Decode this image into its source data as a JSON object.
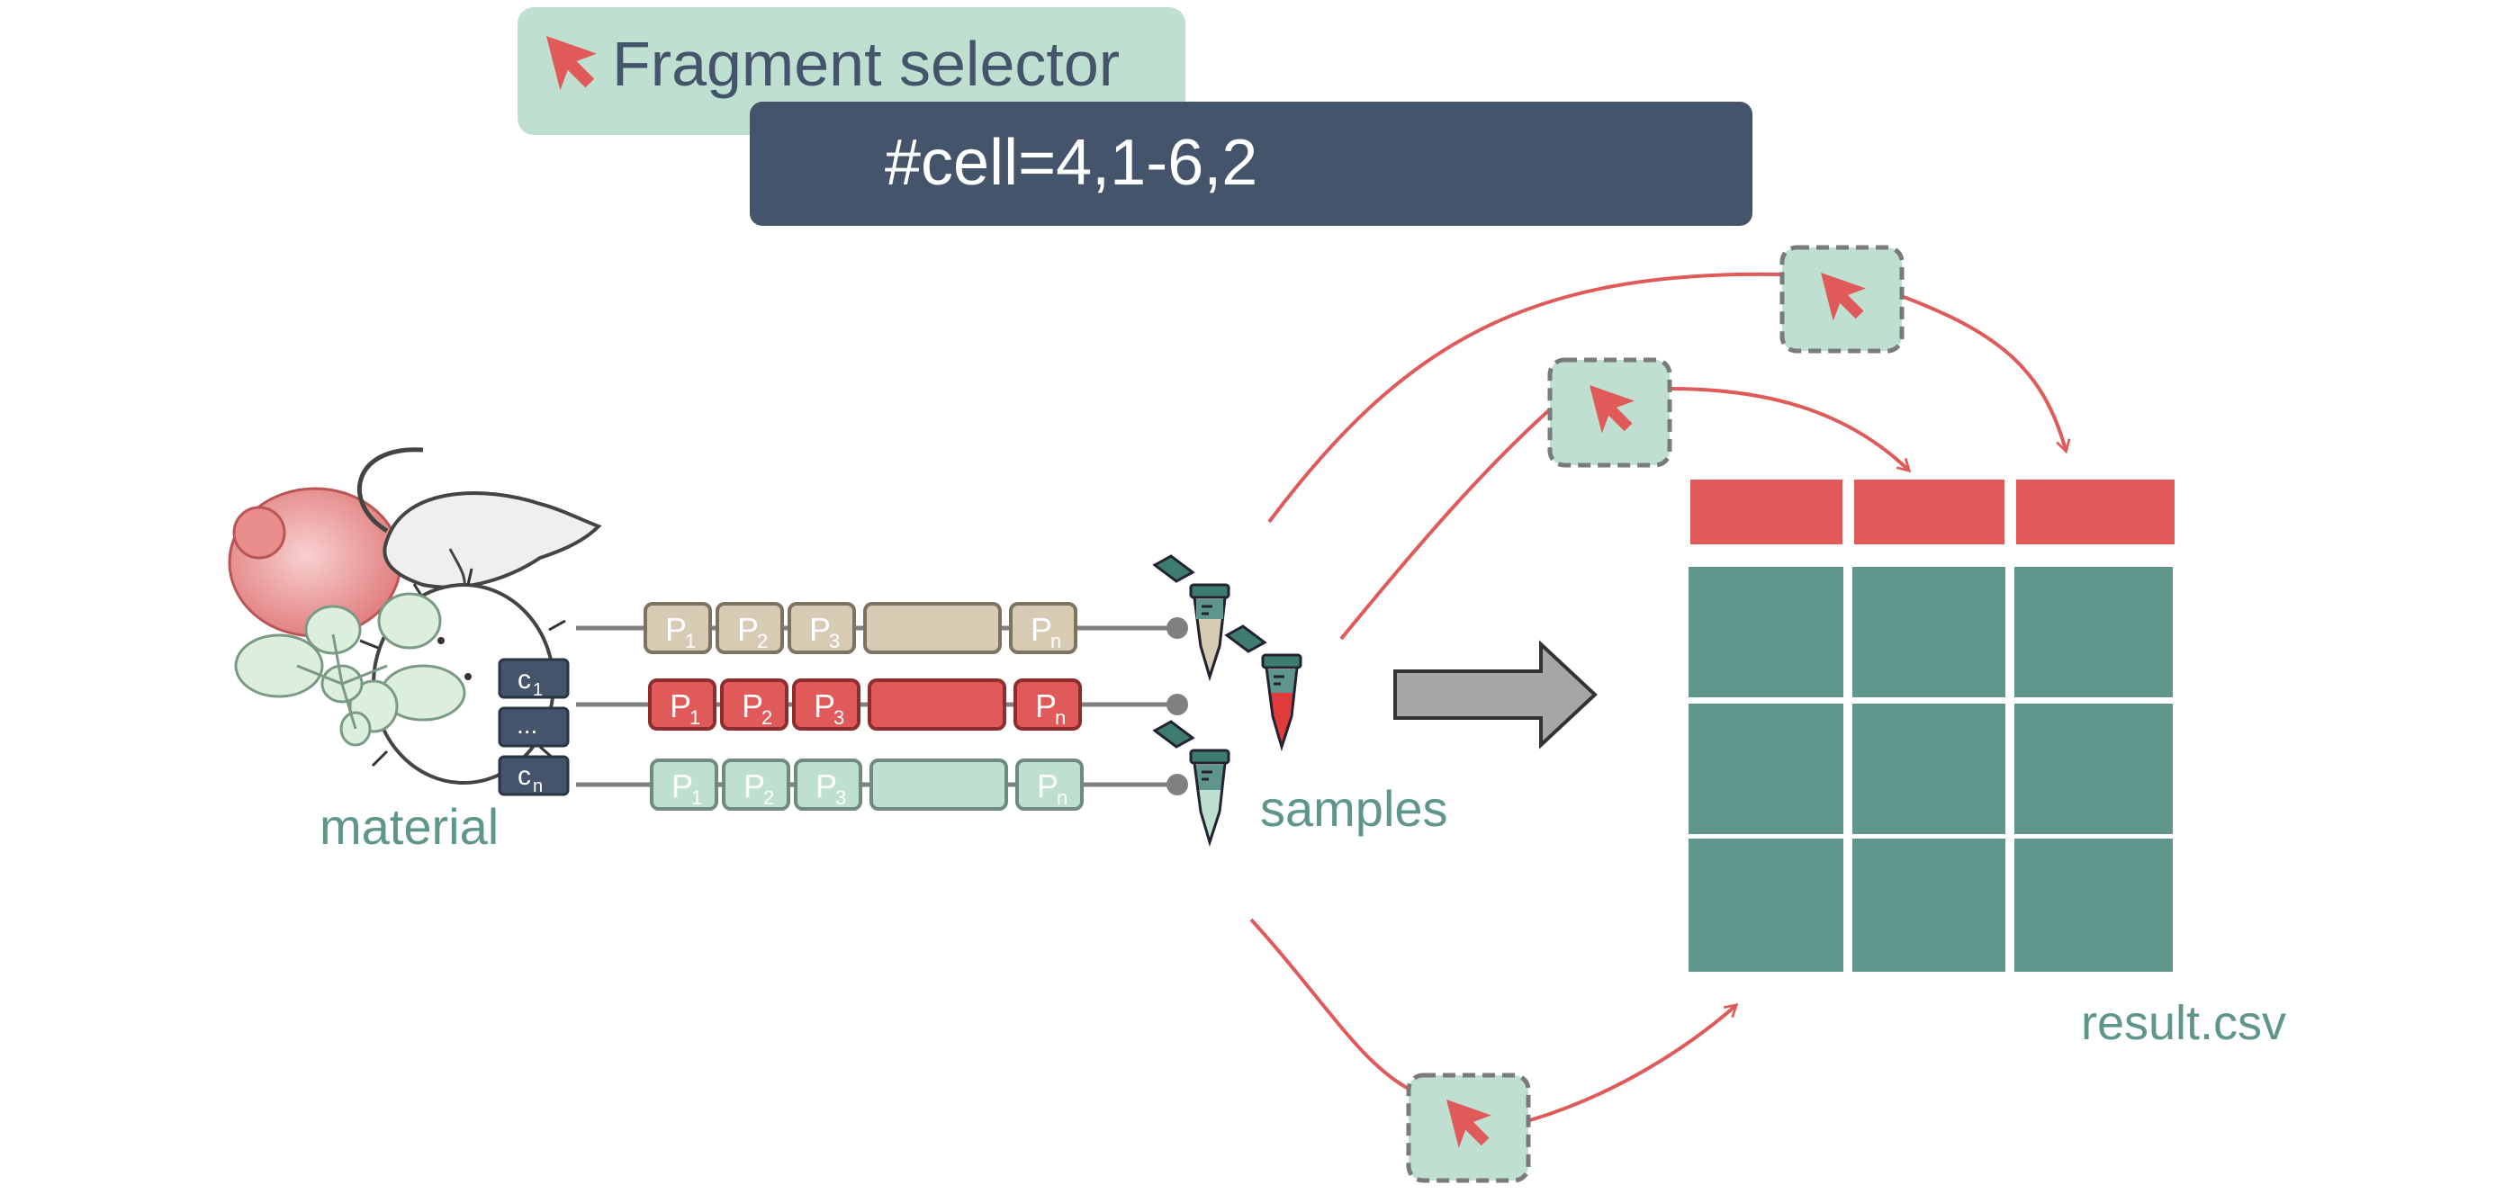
{
  "header": {
    "title": "Fragment selector",
    "selector_value": "#cell=4,1-6,2"
  },
  "labels": {
    "material": "material",
    "samples": "samples",
    "result": "result.csv"
  },
  "cells": {
    "c1": {
      "letter": "c",
      "sub": "1"
    },
    "ellipsis": "...",
    "cn": {
      "letter": "c",
      "sub": "n"
    }
  },
  "protein_rows": [
    {
      "name": "row-1",
      "fill": "#d8cbb4",
      "stroke": "#7d7363",
      "parts": [
        {
          "letter": "P",
          "sub": "1"
        },
        {
          "letter": "P",
          "sub": "2"
        },
        {
          "letter": "P",
          "sub": "3"
        },
        {
          "letter": "",
          "sub": ""
        },
        {
          "letter": "P",
          "sub": "n"
        }
      ]
    },
    {
      "name": "row-2",
      "fill": "#e05a5a",
      "stroke": "#8f2d2d",
      "parts": [
        {
          "letter": "P",
          "sub": "1"
        },
        {
          "letter": "P",
          "sub": "2"
        },
        {
          "letter": "P",
          "sub": "3"
        },
        {
          "letter": "",
          "sub": ""
        },
        {
          "letter": "P",
          "sub": "n"
        }
      ]
    },
    {
      "name": "row-3",
      "fill": "#bfe0d1",
      "stroke": "#6f8a7f",
      "parts": [
        {
          "letter": "P",
          "sub": "1"
        },
        {
          "letter": "P",
          "sub": "2"
        },
        {
          "letter": "P",
          "sub": "3"
        },
        {
          "letter": "",
          "sub": ""
        },
        {
          "letter": "P",
          "sub": "n"
        }
      ]
    }
  ],
  "table": {
    "columns": 3,
    "rows": 3,
    "header_color": "#e05a5a",
    "cell_color": "#5e968c"
  },
  "colors": {
    "accent": "#e05a5a",
    "teal": "#5e968c",
    "mint": "#bfe0d1",
    "navy": "#44546a",
    "gray_arrow": "#a6a6a6",
    "line": "#808080"
  },
  "icons": {
    "pointer": "mouse-pointer-icon",
    "tube": "sample-tube-icon",
    "arrow": "right-arrow-icon"
  }
}
